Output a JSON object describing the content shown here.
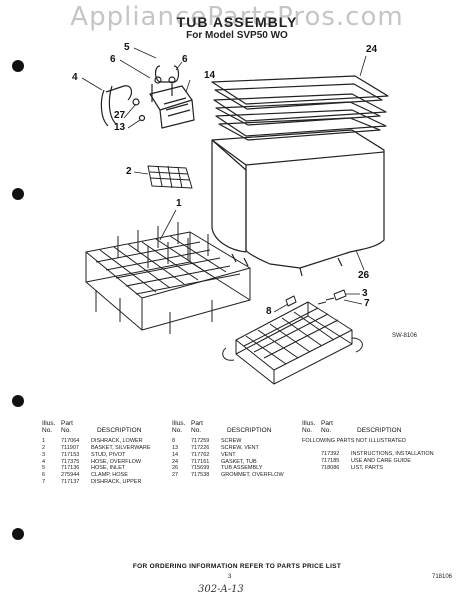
{
  "watermark": "AppliancePartsPros.com",
  "title": "TUB ASSEMBLY",
  "subtitle": "For Model SVP50 WO",
  "drawing_number": "SW-8106",
  "callouts": [
    "1",
    "2",
    "3",
    "4",
    "5",
    "6",
    "6",
    "7",
    "8",
    "13",
    "14",
    "24",
    "26",
    "27"
  ],
  "table": {
    "header": {
      "illus_top": "Illus.",
      "part_top": "Part",
      "illus": "No.",
      "part": "No.",
      "description": "DESCRIPTION"
    },
    "columns": [
      {
        "rows": [
          {
            "illus": "1",
            "part": "717064",
            "description": "DISHRACK, LOWER"
          },
          {
            "illus": "2",
            "part": "711907",
            "description": "BASKET, SILVERWARE"
          },
          {
            "illus": "3",
            "part": "717153",
            "description": "STUD, PIVOT"
          },
          {
            "illus": "4",
            "part": "717375",
            "description": "HOSE, OVERFLOW"
          },
          {
            "illus": "5",
            "part": "717136",
            "description": "HOSE, INLET"
          },
          {
            "illus": "6",
            "part": "275944",
            "description": "CLAMP, HOSE"
          },
          {
            "illus": "7",
            "part": "717137",
            "description": "DISHRACK, UPPER"
          }
        ]
      },
      {
        "rows": [
          {
            "illus": "8",
            "part": "717259",
            "description": "SCREW"
          },
          {
            "illus": "13",
            "part": "717226",
            "description": "SCREW, VENT"
          },
          {
            "illus": "14",
            "part": "717762",
            "description": "VENT"
          },
          {
            "illus": "24",
            "part": "717161",
            "description": "GASKET, TUB"
          },
          {
            "illus": "26",
            "part": "715699",
            "description": "TUB ASSEMBLY"
          },
          {
            "illus": "27",
            "part": "717538",
            "description": "GROMMET, OVERFLOW"
          }
        ]
      },
      {
        "following": "FOLLOWING PARTS NOT ILLUSTRATED",
        "rows": [
          {
            "illus": "",
            "part": "717392",
            "description": "INSTRUCTIONS, INSTALLATION"
          },
          {
            "illus": "",
            "part": "717185",
            "description": "USE AND CARE GUIDE"
          },
          {
            "illus": "",
            "part": "718086",
            "description": "LIST, PARTS"
          }
        ]
      }
    ]
  },
  "footer": "FOR ORDERING INFORMATION REFER TO PARTS PRICE LIST",
  "page_number": "3",
  "form_number": "718106",
  "handwritten_note": "302-A-13"
}
